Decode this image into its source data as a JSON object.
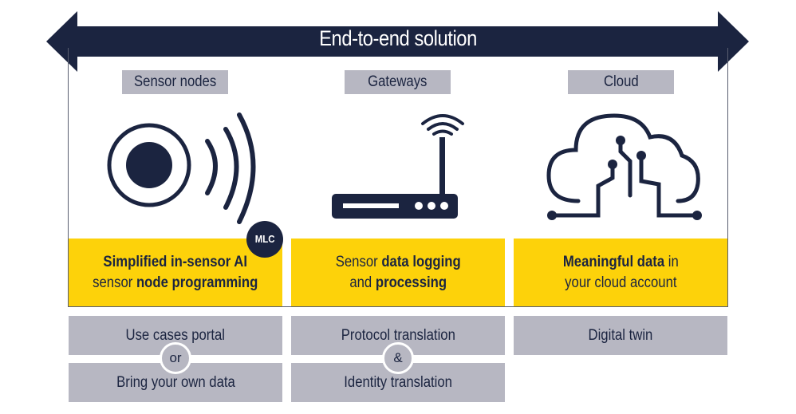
{
  "header": {
    "title": "End-to-end solution"
  },
  "columns": [
    {
      "label": "Sensor nodes",
      "icon": "sensor-broadcast-icon",
      "badge": "MLC",
      "description": {
        "line1_bold": "Simplified in-sensor AI",
        "line2_pre": "sensor ",
        "line2_bold": "node programming"
      },
      "options": [
        "Use cases portal",
        "Bring your own data"
      ],
      "joiner": "or"
    },
    {
      "label": "Gateways",
      "icon": "router-icon",
      "description": {
        "line1_pre": "Sensor ",
        "line1_bold": "data logging",
        "line2_pre": "and ",
        "line2_bold": "processing"
      },
      "options": [
        "Protocol translation",
        "Identity translation"
      ],
      "joiner": "&"
    },
    {
      "label": "Cloud",
      "icon": "cloud-circuit-icon",
      "description": {
        "line1_bold": "Meaningful data",
        "line1_post": " in",
        "line2": "your cloud account"
      },
      "options": [
        "Digital twin"
      ]
    }
  ],
  "colors": {
    "navy": "#1b2440",
    "yellow": "#fdd20a",
    "grey": "#b7b7c2"
  }
}
